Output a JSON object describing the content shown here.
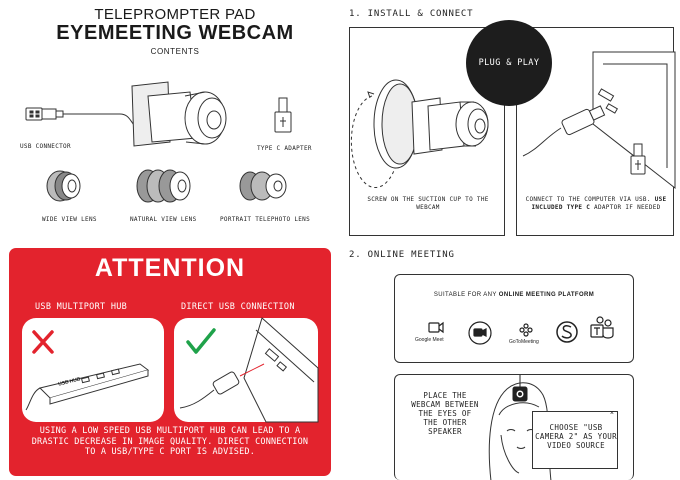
{
  "header": {
    "title_top": "TELEPROMPTER PAD",
    "title_main": "EYEMEETING WEBCAM",
    "subtitle": "CONTENTS"
  },
  "contents": {
    "usb_connector": "USB CONNECTOR",
    "type_c_adapter": "TYPE C ADAPTER",
    "wide_lens": "WIDE VIEW LENS",
    "natural_lens": "NATURAL VIEW LENS",
    "portrait_lens": "PORTRAIT TELEPHOTO LENS"
  },
  "attention": {
    "title": "ATTENTION",
    "hub_label": "USB MULTIPORT HUB",
    "direct_label": "DIRECT USB CONNECTION",
    "hub_tag": "USB HUB",
    "note": "USING A LOW SPEED USB MULTIPORT HUB CAN LEAD TO A DRASTIC DECREASE IN IMAGE QUALITY. DIRECT CONNECTION TO A USB/TYPE C PORT IS ADVISED."
  },
  "install": {
    "heading": "1. INSTALL & CONNECT",
    "badge": "PLUG & PLAY",
    "step_suction": "SCREW ON THE SUCTION CUP TO THE WEBCAM",
    "step_connect_pre": "CONNECT TO THE COMPUTER VIA USB.",
    "step_connect_bold": "USE INCLUDED TYPE C",
    "step_connect_post": "ADAPTOR IF NEEDED"
  },
  "meeting": {
    "heading": "2. ONLINE MEETING",
    "suitable_pre": "SUITABLE FOR ANY",
    "suitable_bold": "ONLINE MEETING PLATFORM",
    "logos": [
      {
        "name": "Google Meet",
        "icon": "google-meet-icon"
      },
      {
        "name": "",
        "icon": "zoom-icon"
      },
      {
        "name": "GoToMeeting",
        "icon": "gotomeeting-icon"
      },
      {
        "name": "",
        "icon": "skype-icon"
      },
      {
        "name": "",
        "icon": "teams-icon"
      }
    ],
    "place_note": "PLACE THE WEBCAM BETWEEN THE EYES OF THE OTHER SPEAKER",
    "dialog_close": "×",
    "choose_note": "CHOOSE \"USB CAMERA 2\" AS YOUR VIDEO SOURCE"
  },
  "colors": {
    "attention_red": "#e3232d",
    "check_green": "#1fa24a",
    "cross_red": "#e3232d",
    "badge_black": "#1d1d1d"
  }
}
